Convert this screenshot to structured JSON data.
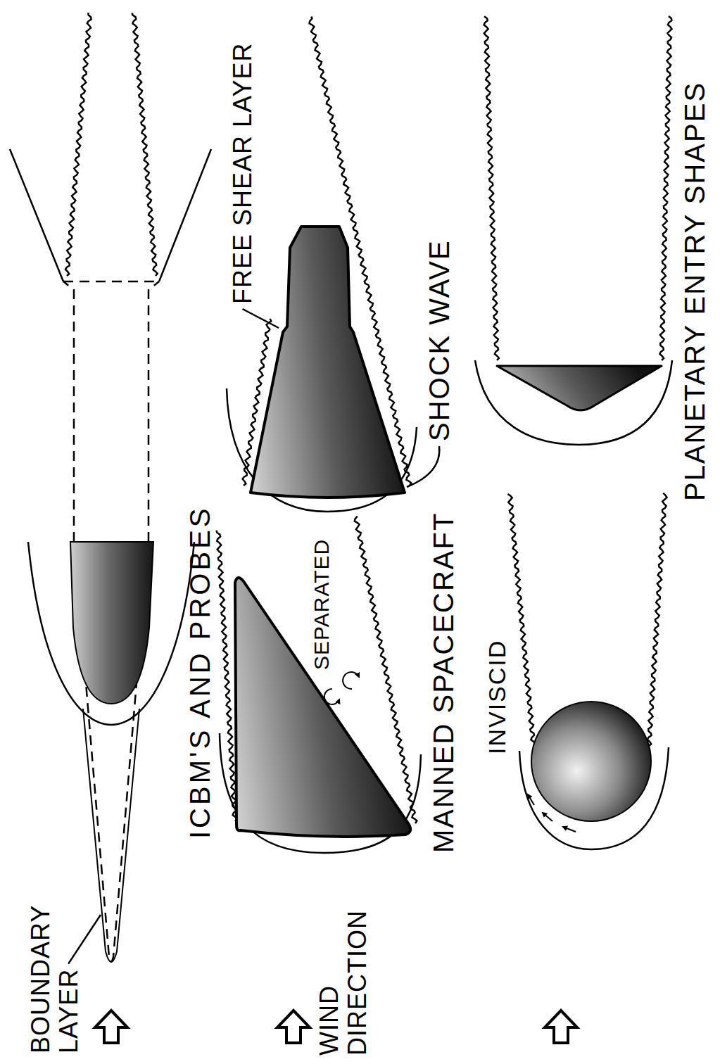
{
  "diagram": {
    "labels": [
      "BOUNDARY LAYER",
      "ICBM'S AND PROBES",
      "WIND DIRECTION",
      "SEPARATED",
      "FREE SHEAR LAYER",
      "SHOCK WAVE",
      "MANNED SPACECRAFT",
      "INVISCID",
      "PLANETARY ENTRY SHAPES"
    ]
  }
}
